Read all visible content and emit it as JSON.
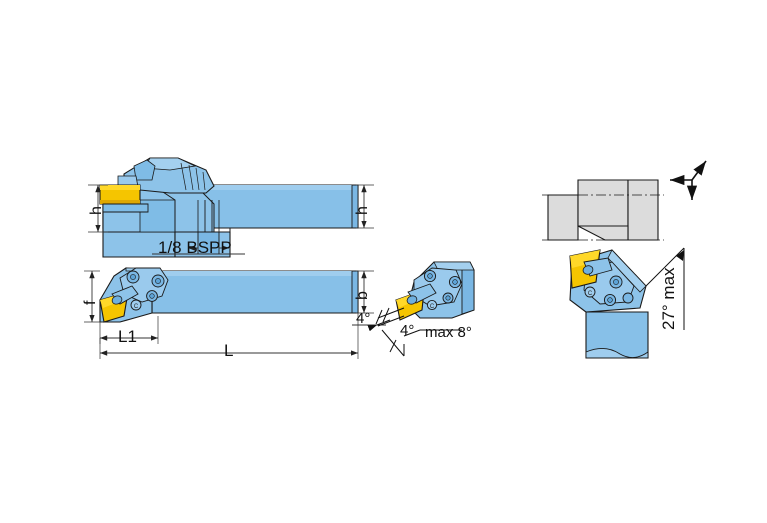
{
  "drawing": {
    "title": "Lathe tool holder technical drawing",
    "background_color": "#ffffff",
    "colors": {
      "shank_blue": "#87c0e8",
      "shank_blue_dark": "#6fb0de",
      "insert_yellow": "#f5c500",
      "insert_yellow_dark": "#e0a800",
      "workpiece_gray": "#dcdcdc",
      "outline": "#1a1a1a",
      "dimension_line": "#333333"
    },
    "views": [
      {
        "name": "top-side-view",
        "description": "side elevation with clamp head and 1/8 BSPP coolant port"
      },
      {
        "name": "plan-view",
        "description": "plan view of holder with L, L1, f, b dimensions"
      },
      {
        "name": "end-detail-view",
        "description": "enlarged head detail with 4 degree and max 8 degree angles"
      },
      {
        "name": "machining-view",
        "description": "holder against workpiece showing 27 degree max clearance"
      }
    ]
  },
  "labels": {
    "h_left": "h",
    "h_right": "h",
    "thread_spec": "1/8 BSPP",
    "f": "f",
    "b": "b",
    "l1": "L1",
    "l": "L",
    "angle_4_plan": "4°",
    "angle_4_detail": "4°",
    "angle_max_8": "max 8°",
    "angle_27_max": "27° max"
  },
  "icons": {
    "axis_indicator": "three-axis-arrow-icon"
  }
}
